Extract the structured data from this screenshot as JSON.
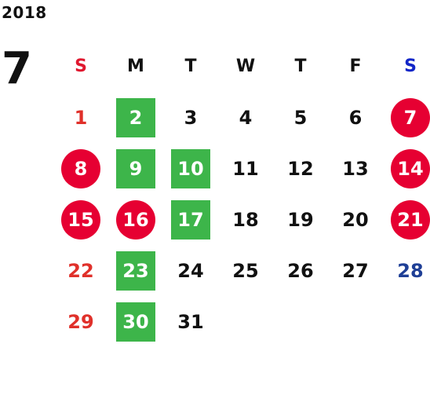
{
  "calendar": {
    "year": "2018",
    "month": "7",
    "weekdays": [
      "S",
      "M",
      "T",
      "W",
      "T",
      "F",
      "S"
    ],
    "weeks": [
      [
        {
          "d": "1",
          "t": "sun"
        },
        {
          "d": "2",
          "t": "mark"
        },
        {
          "d": "3",
          "t": ""
        },
        {
          "d": "4",
          "t": ""
        },
        {
          "d": "5",
          "t": ""
        },
        {
          "d": "6",
          "t": ""
        },
        {
          "d": "7",
          "t": "holiday"
        }
      ],
      [
        {
          "d": "8",
          "t": "holiday"
        },
        {
          "d": "9",
          "t": "mark"
        },
        {
          "d": "10",
          "t": "mark"
        },
        {
          "d": "11",
          "t": ""
        },
        {
          "d": "12",
          "t": ""
        },
        {
          "d": "13",
          "t": ""
        },
        {
          "d": "14",
          "t": "holiday"
        }
      ],
      [
        {
          "d": "15",
          "t": "holiday"
        },
        {
          "d": "16",
          "t": "holiday"
        },
        {
          "d": "17",
          "t": "mark"
        },
        {
          "d": "18",
          "t": ""
        },
        {
          "d": "19",
          "t": ""
        },
        {
          "d": "20",
          "t": ""
        },
        {
          "d": "21",
          "t": "holiday"
        }
      ],
      [
        {
          "d": "22",
          "t": "sun"
        },
        {
          "d": "23",
          "t": "mark"
        },
        {
          "d": "24",
          "t": ""
        },
        {
          "d": "25",
          "t": ""
        },
        {
          "d": "26",
          "t": ""
        },
        {
          "d": "27",
          "t": ""
        },
        {
          "d": "28",
          "t": "sat"
        }
      ],
      [
        {
          "d": "29",
          "t": "sun"
        },
        {
          "d": "30",
          "t": "mark"
        },
        {
          "d": "31",
          "t": ""
        },
        {
          "d": "",
          "t": ""
        },
        {
          "d": "",
          "t": ""
        },
        {
          "d": "",
          "t": ""
        },
        {
          "d": "",
          "t": ""
        }
      ]
    ]
  },
  "colors": {
    "holiday_circle": "#e60032",
    "marked_square": "#3db54a",
    "sunday_text": "#e0302a",
    "saturday_text": "#1f3f96"
  }
}
